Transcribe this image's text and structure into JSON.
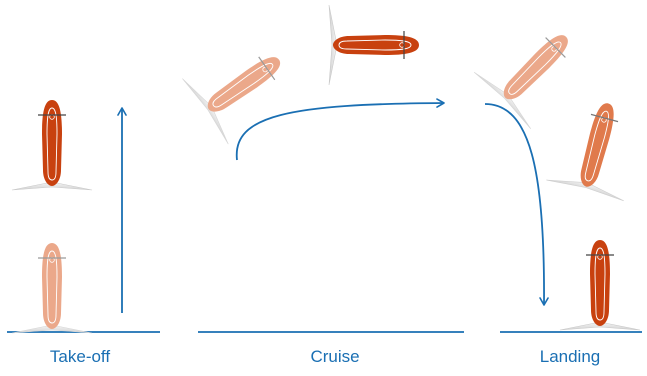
{
  "diagram": {
    "phases": [
      {
        "id": "takeoff",
        "label": "Take-off"
      },
      {
        "id": "cruise",
        "label": "Cruise"
      },
      {
        "id": "landing",
        "label": "Landing"
      }
    ]
  },
  "colors": {
    "label_text": "#1a6fb3",
    "ground_line": "#1a6fb3",
    "flight_arrow": "#1a6fb3",
    "aircraft_body_dark": "#c8410f",
    "aircraft_body_mid": "#e07a4c",
    "aircraft_body_light": "#eba88a",
    "aircraft_outline": "#ffffff",
    "propeller": "#b8b8b8",
    "propeller_edge": "#8a8a8a",
    "wing_fill": "#dedede",
    "rotor_shaft": "#333333"
  }
}
